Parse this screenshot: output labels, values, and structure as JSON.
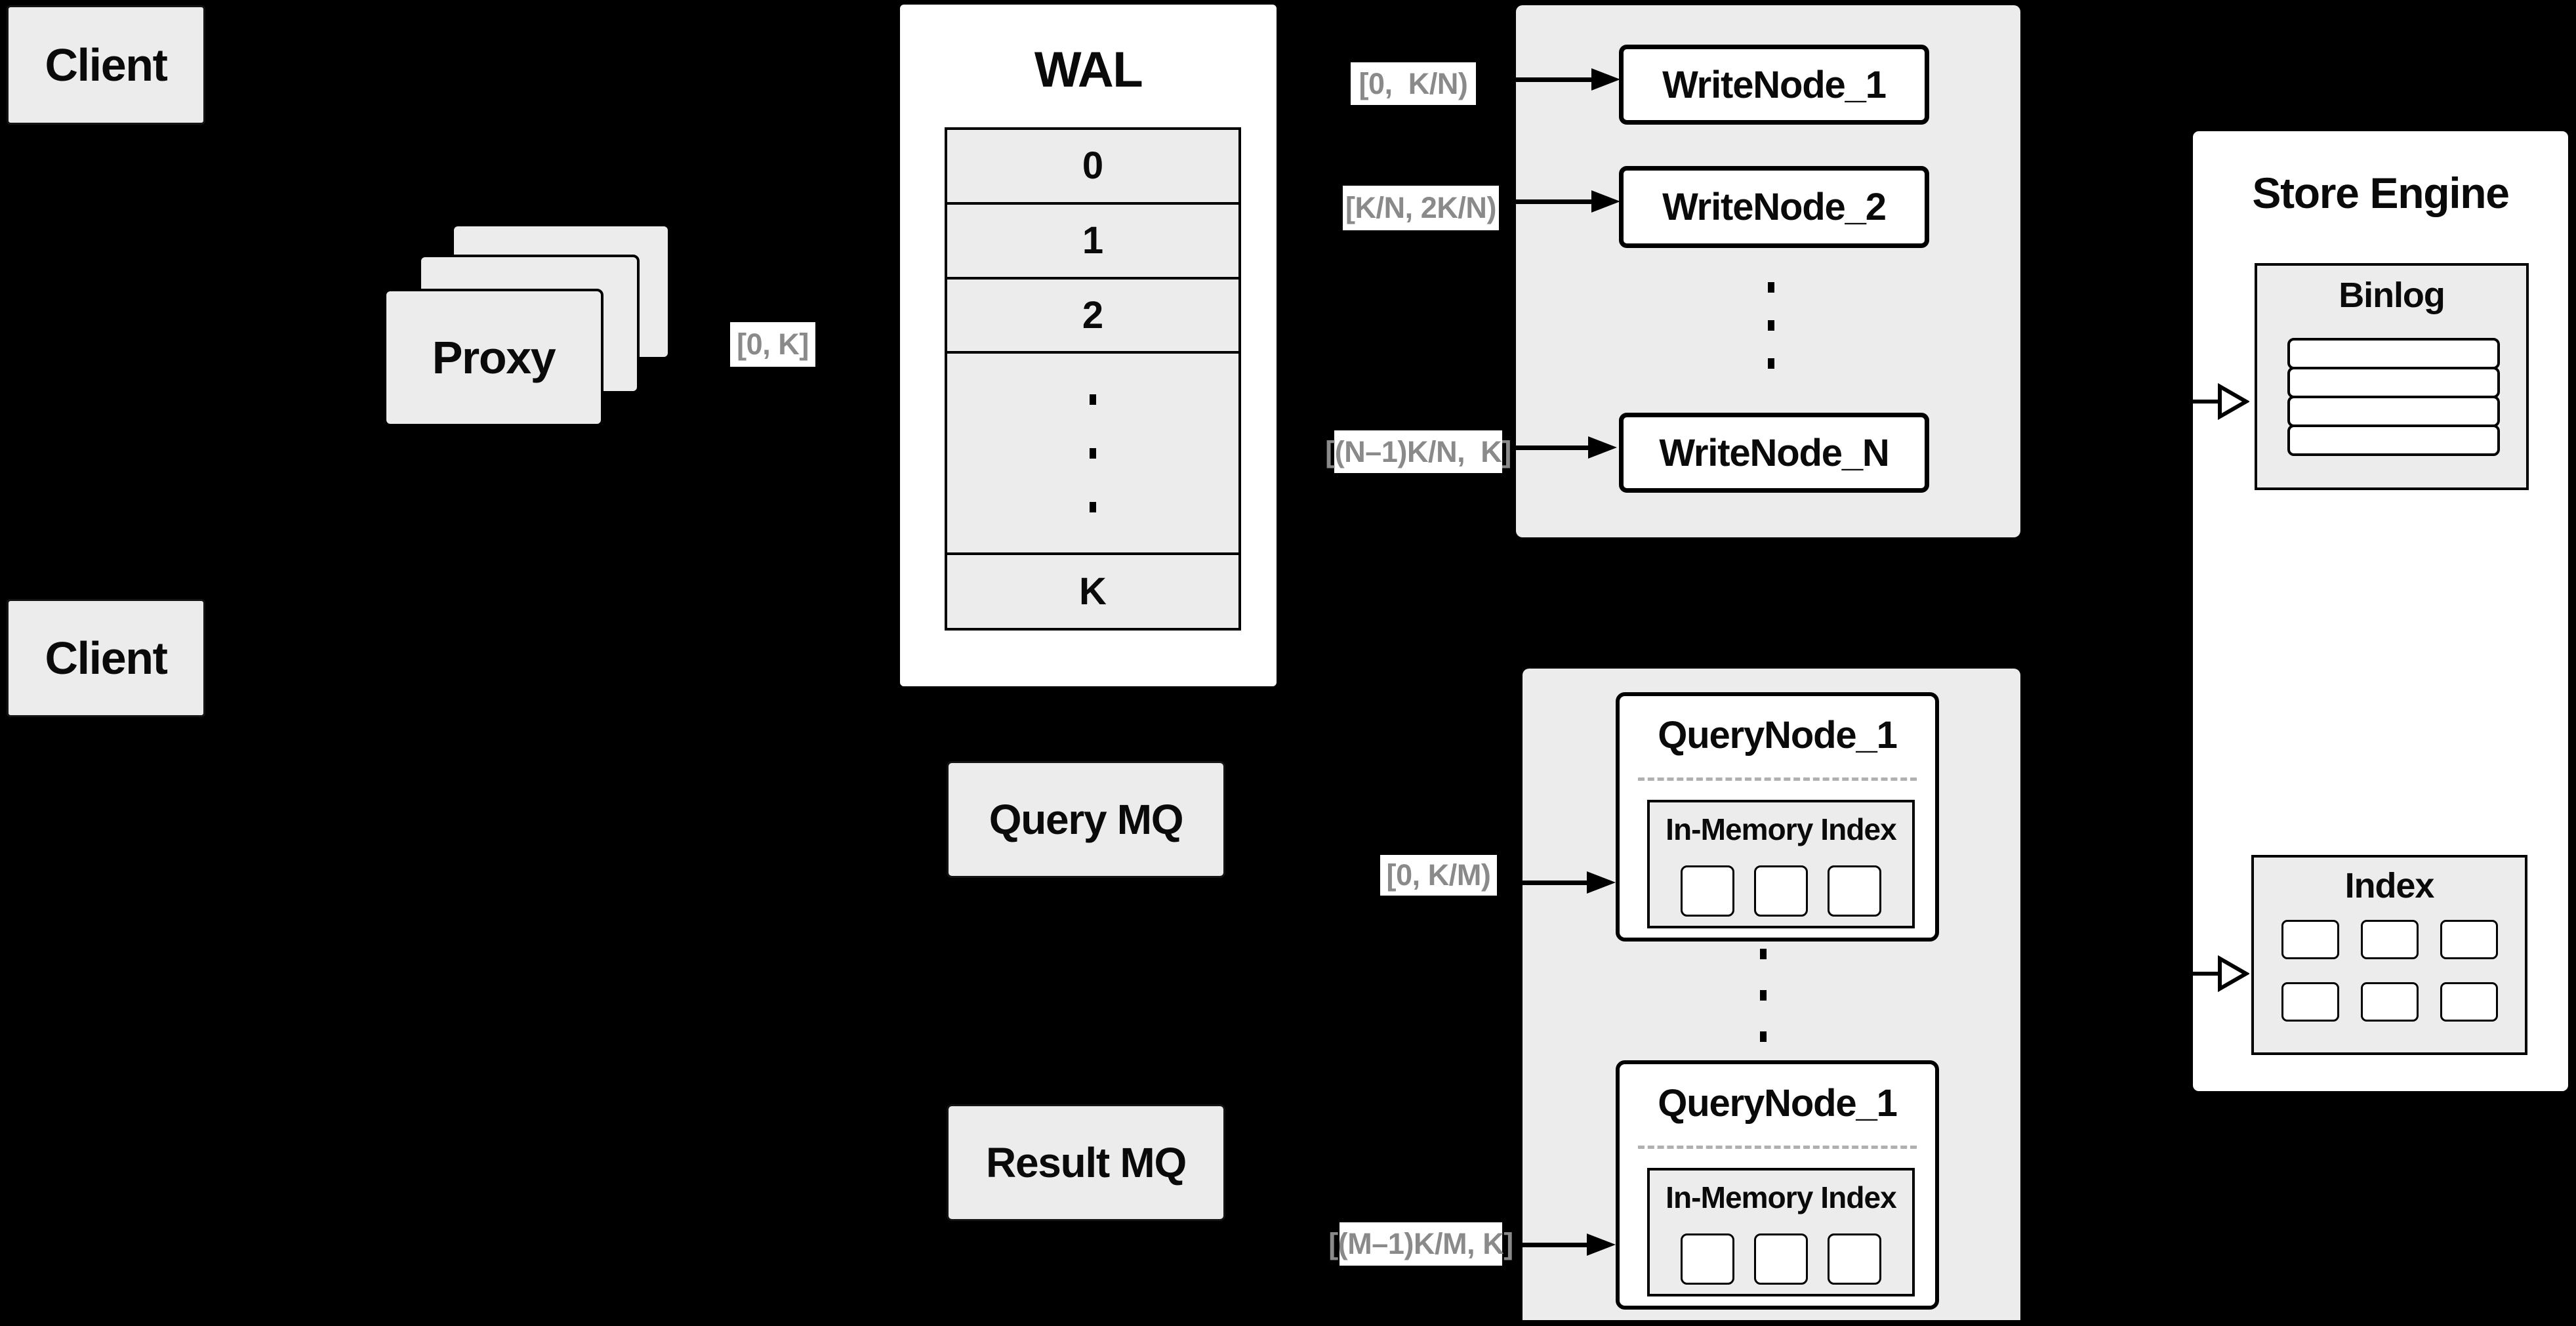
{
  "colors": {
    "background": "#000000",
    "box_fill": "#ececec",
    "node_fill": "#ffffff",
    "stroke": "#000000",
    "range_label_text": "#8a8a8a",
    "dashed_separator": "#b0b0b0"
  },
  "clients": {
    "top": "Client",
    "bottom": "Client"
  },
  "proxy": {
    "label": "Proxy"
  },
  "wal": {
    "title": "WAL",
    "segments": [
      "0",
      "1",
      "2"
    ],
    "ellipsis": "⋮",
    "last_segment": "K"
  },
  "range_labels": {
    "proxy_to_wal": "[0, K]",
    "to_write_node_1": "[0,  K/N)",
    "to_write_node_2": "[K/N, 2K/N)",
    "to_write_node_n": "[(N–1)K/N,  K]",
    "to_query_node_top": "[0, K/M)",
    "to_query_node_bottom": "[(M–1)K/M, K]"
  },
  "write_nodes": {
    "node_1": "WriteNode_1",
    "node_2": "WriteNode_2",
    "ellipsis": "⋮",
    "node_n": "WriteNode_N"
  },
  "mq": {
    "query": "Query MQ",
    "result": "Result MQ"
  },
  "query_nodes": {
    "ellipsis": "⋮",
    "top": {
      "title": "QueryNode_1",
      "inner_title": "In-Memory Index"
    },
    "bottom": {
      "title": "QueryNode_1",
      "inner_title": "In-Memory Index"
    }
  },
  "store_engine": {
    "title": "Store Engine",
    "binlog_title": "Binlog",
    "index_title": "Index"
  }
}
